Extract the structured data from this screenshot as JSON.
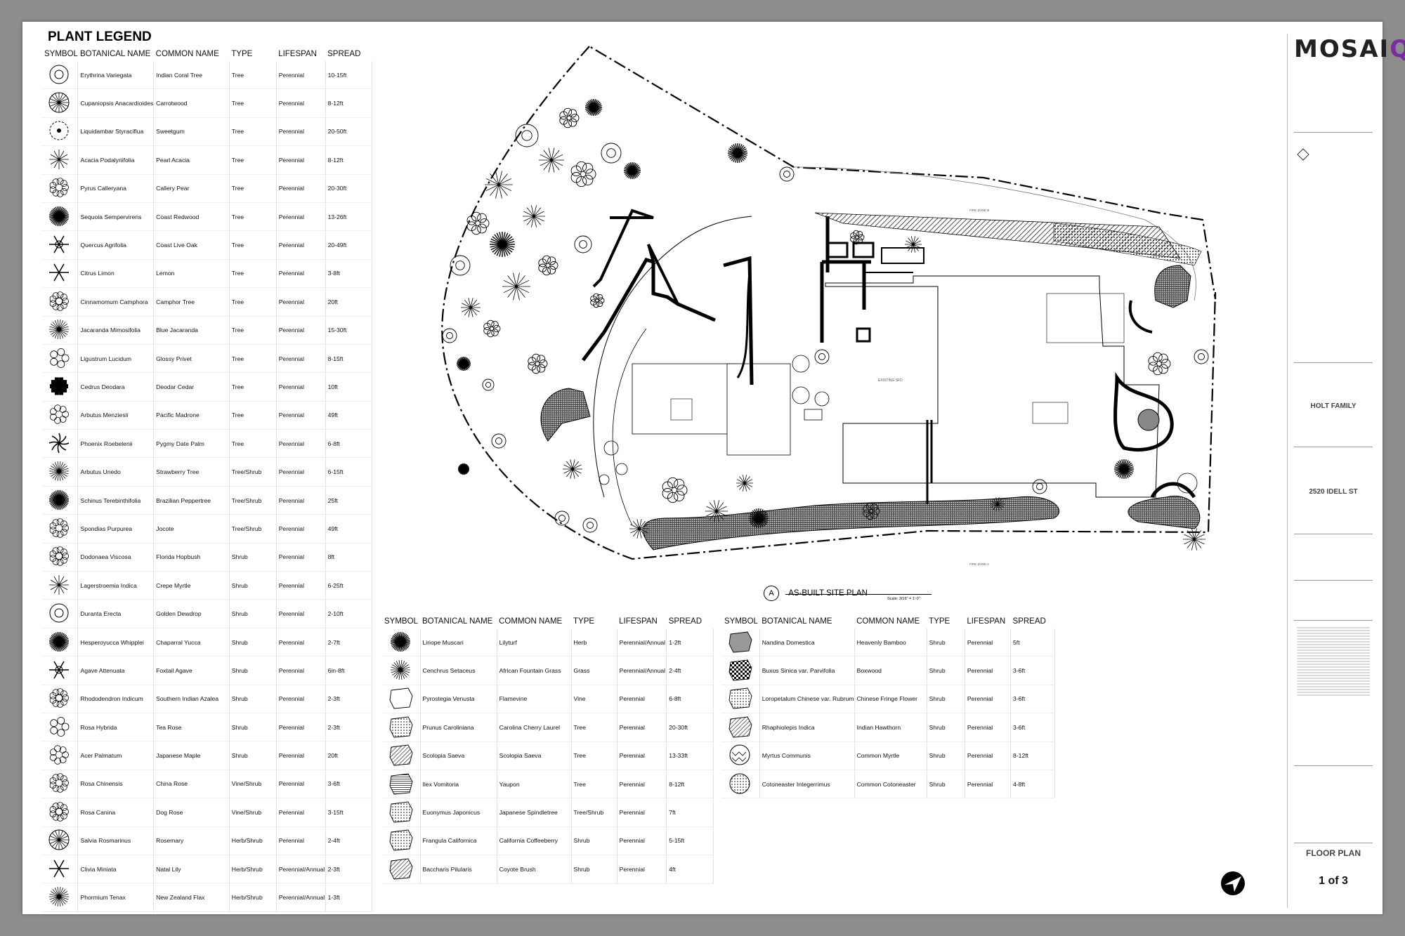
{
  "legend_title": "PLANT LEGEND",
  "columns": [
    "SYMBOL",
    "BOTANICAL NAME",
    "COMMON NAME",
    "TYPE",
    "LIFESPAN",
    "SPREAD"
  ],
  "table1": [
    {
      "sym": "tree-ring",
      "botanical": "Erythrina Variegata",
      "common": "Indian Coral Tree",
      "type": "Tree",
      "lifespan": "Perennial",
      "spread": "10-15ft"
    },
    {
      "sym": "tree-radial",
      "botanical": "Cupaniopsis Anacardioides",
      "common": "Carrotwood",
      "type": "Tree",
      "lifespan": "Perennial",
      "spread": "8-12ft"
    },
    {
      "sym": "tree-dash",
      "botanical": "Liquidambar Styraciflua",
      "common": "Sweetgum",
      "type": "Tree",
      "lifespan": "Perennial",
      "spread": "20-50ft"
    },
    {
      "sym": "tree-spiky",
      "botanical": "Acacia Podalyriifolia",
      "common": "Pearl Acacia",
      "type": "Tree",
      "lifespan": "Perennial",
      "spread": "8-12ft"
    },
    {
      "sym": "tree-lobed",
      "botanical": "Pyrus Calleryana",
      "common": "Callery Pear",
      "type": "Tree",
      "lifespan": "Perennial",
      "spread": "20-30ft"
    },
    {
      "sym": "tree-dense",
      "botanical": "Sequoia Sempervirens",
      "common": "Coast Redwood",
      "type": "Tree",
      "lifespan": "Perennial",
      "spread": "13-26ft"
    },
    {
      "sym": "tree-star",
      "botanical": "Quercus Agrifolia",
      "common": "Coast Live Oak",
      "type": "Tree",
      "lifespan": "Perennial",
      "spread": "20-49ft"
    },
    {
      "sym": "tree-snow",
      "botanical": "Citrus Limon",
      "common": "Lemon",
      "type": "Tree",
      "lifespan": "Perennial",
      "spread": "3-8ft"
    },
    {
      "sym": "tree-swirl",
      "botanical": "Cinnamomum Camphora",
      "common": "Camphor Tree",
      "type": "Tree",
      "lifespan": "Perennial",
      "spread": "20ft"
    },
    {
      "sym": "tree-burst",
      "botanical": "Jacaranda Mimosifolia",
      "common": "Blue Jacaranda",
      "type": "Tree",
      "lifespan": "Perennial",
      "spread": "15-30ft"
    },
    {
      "sym": "tree-clover",
      "botanical": "Ligustrum Lucidum",
      "common": "Glossy Privet",
      "type": "Tree",
      "lifespan": "Perennial",
      "spread": "8-15ft"
    },
    {
      "sym": "tree-gear",
      "botanical": "Cedrus Deodara",
      "common": "Deodar Cedar",
      "type": "Tree",
      "lifespan": "Perennial",
      "spread": "10ft"
    },
    {
      "sym": "tree-cloud",
      "botanical": "Arbutus Menziesii",
      "common": "Pacific Madrone",
      "type": "Tree",
      "lifespan": "Perennial",
      "spread": "49ft"
    },
    {
      "sym": "tree-palm",
      "botanical": "Phoenix Roebelenii",
      "common": "Pygmy Date Palm",
      "type": "Tree",
      "lifespan": "Perennial",
      "spread": "6-8ft"
    },
    {
      "sym": "tree-burst",
      "botanical": "Arbutus Unedo",
      "common": "Strawberry Tree",
      "type": "Tree/Shrub",
      "lifespan": "Perennial",
      "spread": "6-15ft"
    },
    {
      "sym": "tree-dense",
      "botanical": "Schinus Terebinthifolia",
      "common": "Brazilian Peppertree",
      "type": "Tree/Shrub",
      "lifespan": "Perennial",
      "spread": "25ft"
    },
    {
      "sym": "tree-lobed",
      "botanical": "Spondias Purpurea",
      "common": "Jocote",
      "type": "Tree/Shrub",
      "lifespan": "Perennial",
      "spread": "49ft"
    },
    {
      "sym": "tree-leaf",
      "botanical": "Dodonaea Viscosa",
      "common": "Florida Hopbush",
      "type": "Shrub",
      "lifespan": "Perennial",
      "spread": "8ft"
    },
    {
      "sym": "tree-spiky",
      "botanical": "Lagerstroemia Indica",
      "common": "Crepe Myrtle",
      "type": "Shrub",
      "lifespan": "Perennial",
      "spread": "6-25ft"
    },
    {
      "sym": "tree-ring",
      "botanical": "Duranta Erecta",
      "common": "Golden Dewdrop",
      "type": "Shrub",
      "lifespan": "Perennial",
      "spread": "2-10ft"
    },
    {
      "sym": "tree-dense",
      "botanical": "Hesperoyucca Whipplei",
      "common": "Chaparral Yucca",
      "type": "Shrub",
      "lifespan": "Perennial",
      "spread": "2-7ft"
    },
    {
      "sym": "tree-star",
      "botanical": "Agave Attenuata",
      "common": "Foxtail Agave",
      "type": "Shrub",
      "lifespan": "Perennial",
      "spread": "6in-8ft"
    },
    {
      "sym": "tree-swirl",
      "botanical": "Rhododendron Indicum",
      "common": "Southern Indian Azalea",
      "type": "Shrub",
      "lifespan": "Perennial",
      "spread": "2-3ft"
    },
    {
      "sym": "tree-clover",
      "botanical": "Rosa Hybrida",
      "common": "Tea Rose",
      "type": "Shrub",
      "lifespan": "Perennial",
      "spread": "2-3ft"
    },
    {
      "sym": "tree-cloud",
      "botanical": "Acer Palmatum",
      "common": "Japanese Maple",
      "type": "Shrub",
      "lifespan": "Perennial",
      "spread": "20ft"
    },
    {
      "sym": "tree-lobed",
      "botanical": "Rosa Chinensis",
      "common": "China Rose",
      "type": "Vine/Shrub",
      "lifespan": "Perennial",
      "spread": "3-6ft"
    },
    {
      "sym": "tree-leaf",
      "botanical": "Rosa Canina",
      "common": "Dog Rose",
      "type": "Vine/Shrub",
      "lifespan": "Perennial",
      "spread": "3-15ft"
    },
    {
      "sym": "tree-radial",
      "botanical": "Salvia Rosmarinus",
      "common": "Rosemary",
      "type": "Herb/Shrub",
      "lifespan": "Perennial",
      "spread": "2-4ft"
    },
    {
      "sym": "tree-snow",
      "botanical": "Clivia Miniata",
      "common": "Natal Lily",
      "type": "Herb/Shrub",
      "lifespan": "Perennial/Annual",
      "spread": "2-3ft"
    },
    {
      "sym": "tree-burst",
      "botanical": "Phormium Tenax",
      "common": "New Zealand Flax",
      "type": "Herb/Shrub",
      "lifespan": "Perennial/Annual",
      "spread": "1-3ft"
    }
  ],
  "table2": [
    {
      "sym": "tree-dense",
      "botanical": "Liriope Muscari",
      "common": "Lilyturf",
      "type": "Herb",
      "lifespan": "Perennial/Annual",
      "spread": "1-2ft"
    },
    {
      "sym": "tree-burst",
      "botanical": "Cenchrus Setaceus",
      "common": "African Fountain Grass",
      "type": "Grass",
      "lifespan": "Perennial/Annual",
      "spread": "2-4ft"
    },
    {
      "sym": "patch-outline",
      "botanical": "Pyrostegia Venusta",
      "common": "Flamevine",
      "type": "Vine",
      "lifespan": "Perennial",
      "spread": "6-8ft"
    },
    {
      "sym": "patch-dots",
      "botanical": "Prunus Caroliniana",
      "common": "Carolina Cherry Laurel",
      "type": "Tree",
      "lifespan": "Perennial",
      "spread": "20-30ft"
    },
    {
      "sym": "patch-hatch",
      "botanical": "Scolopia Saeva",
      "common": "Scolopia Saeva",
      "type": "Tree",
      "lifespan": "Perennial",
      "spread": "13-33ft"
    },
    {
      "sym": "patch-lines",
      "botanical": "Ilex Vomitoria",
      "common": "Yaupon",
      "type": "Tree",
      "lifespan": "Perennial",
      "spread": "8-12ft"
    },
    {
      "sym": "patch-scale",
      "botanical": "Euonymus Japonicus",
      "common": "Japanese Spindletree",
      "type": "Tree/Shrub",
      "lifespan": "Perennial",
      "spread": "7ft"
    },
    {
      "sym": "patch-circles",
      "botanical": "Frangula Californica",
      "common": "California Coffeeberry",
      "type": "Shrub",
      "lifespan": "Perennial",
      "spread": "5-15ft"
    },
    {
      "sym": "patch-hatch",
      "botanical": "Baccharis Pilularis",
      "common": "Coyote Brush",
      "type": "Shrub",
      "lifespan": "Perennial",
      "spread": "4ft"
    }
  ],
  "table3": [
    {
      "sym": "patch-stone",
      "botanical": "Nandina Domestica",
      "common": "Heavenly Bamboo",
      "type": "Shrub",
      "lifespan": "Perennial",
      "spread": "5ft"
    },
    {
      "sym": "patch-check",
      "botanical": "Buxus Sinica var. Parvifolia",
      "common": "Boxwood",
      "type": "Shrub",
      "lifespan": "Perennial",
      "spread": "3-6ft"
    },
    {
      "sym": "patch-dots",
      "botanical": "Loropetalum Chinese var. Rubrum",
      "common": "Chinese Fringe Flower",
      "type": "Shrub",
      "lifespan": "Perennial",
      "spread": "3-6ft"
    },
    {
      "sym": "patch-hatch",
      "botanical": "Rhaphiolepis Indica",
      "common": "Indian Hawthorn",
      "type": "Shrub",
      "lifespan": "Perennial",
      "spread": "3-6ft"
    },
    {
      "sym": "circle-zigzag",
      "botanical": "Myrtus Communis",
      "common": "Common Myrtle",
      "type": "Shrub",
      "lifespan": "Perennial",
      "spread": "8-12ft"
    },
    {
      "sym": "circle-dots",
      "botanical": "Cotoneaster Integerrimus",
      "common": "Common Cotoneaster",
      "type": "Shrub",
      "lifespan": "Perennial",
      "spread": "4-8ft"
    }
  ],
  "plan": {
    "label": "A",
    "title": "AS-BUILT SITE PLAN",
    "scale": "Scale: 3/16\" = 1'-0\""
  },
  "titleblock": {
    "logo_main": "MOSAI",
    "logo_accent": "Q",
    "client": "HOLT FAMILY",
    "project": "2520 IDELL ST",
    "drawing_type": "FLOOR PLAN",
    "sheet": "1 of 3"
  }
}
